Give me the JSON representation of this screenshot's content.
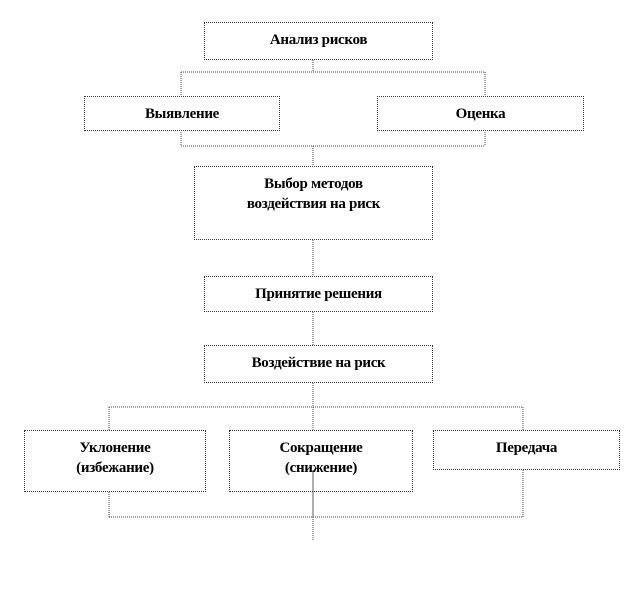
{
  "diagram": {
    "root": "Анализ рисков",
    "level2": [
      "Выявление",
      "Оценка"
    ],
    "methods": [
      "Выбор методов",
      "воздействия на риск"
    ],
    "decision": "Принятие решения",
    "impact": "Воздействие на риск",
    "options": [
      {
        "line1": "Уклонение",
        "line2": "(избежание)"
      },
      {
        "line1": "Сокращение",
        "line2": "(снижение)"
      },
      {
        "line1": "Передача"
      }
    ]
  }
}
